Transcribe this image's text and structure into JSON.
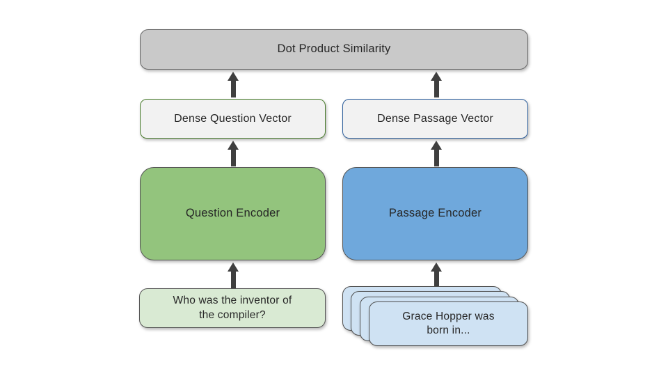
{
  "diagram": {
    "title_box": {
      "label": "Dot Product Similarity"
    },
    "question_branch": {
      "vector_label": "Dense Question Vector",
      "encoder_label": "Question Encoder",
      "input_label": "Who was the inventor of\nthe compiler?"
    },
    "passage_branch": {
      "vector_label": "Dense Passage Vector",
      "encoder_label": "Passage Encoder",
      "input_label": "Grace Hopper was\nborn in...",
      "stacked_cards_count": 4
    },
    "icons": {
      "arrows": "arrow-up-icon"
    },
    "colors": {
      "similarity_box_fill": "#c9c9c9",
      "similarity_box_border": "#686868",
      "vector_box_fill": "#f2f2f2",
      "question_vector_border": "#4a7d2e",
      "passage_vector_border": "#2b5d9b",
      "question_encoder_fill": "#93c47d",
      "passage_encoder_fill": "#6fa8dc",
      "question_input_fill": "#d9ead3",
      "passage_card_fill": "#cfe2f3",
      "dark_outline": "#555555",
      "arrow_color": "#3f3f3f",
      "text_color": "#262626",
      "background": "#ffffff"
    }
  }
}
